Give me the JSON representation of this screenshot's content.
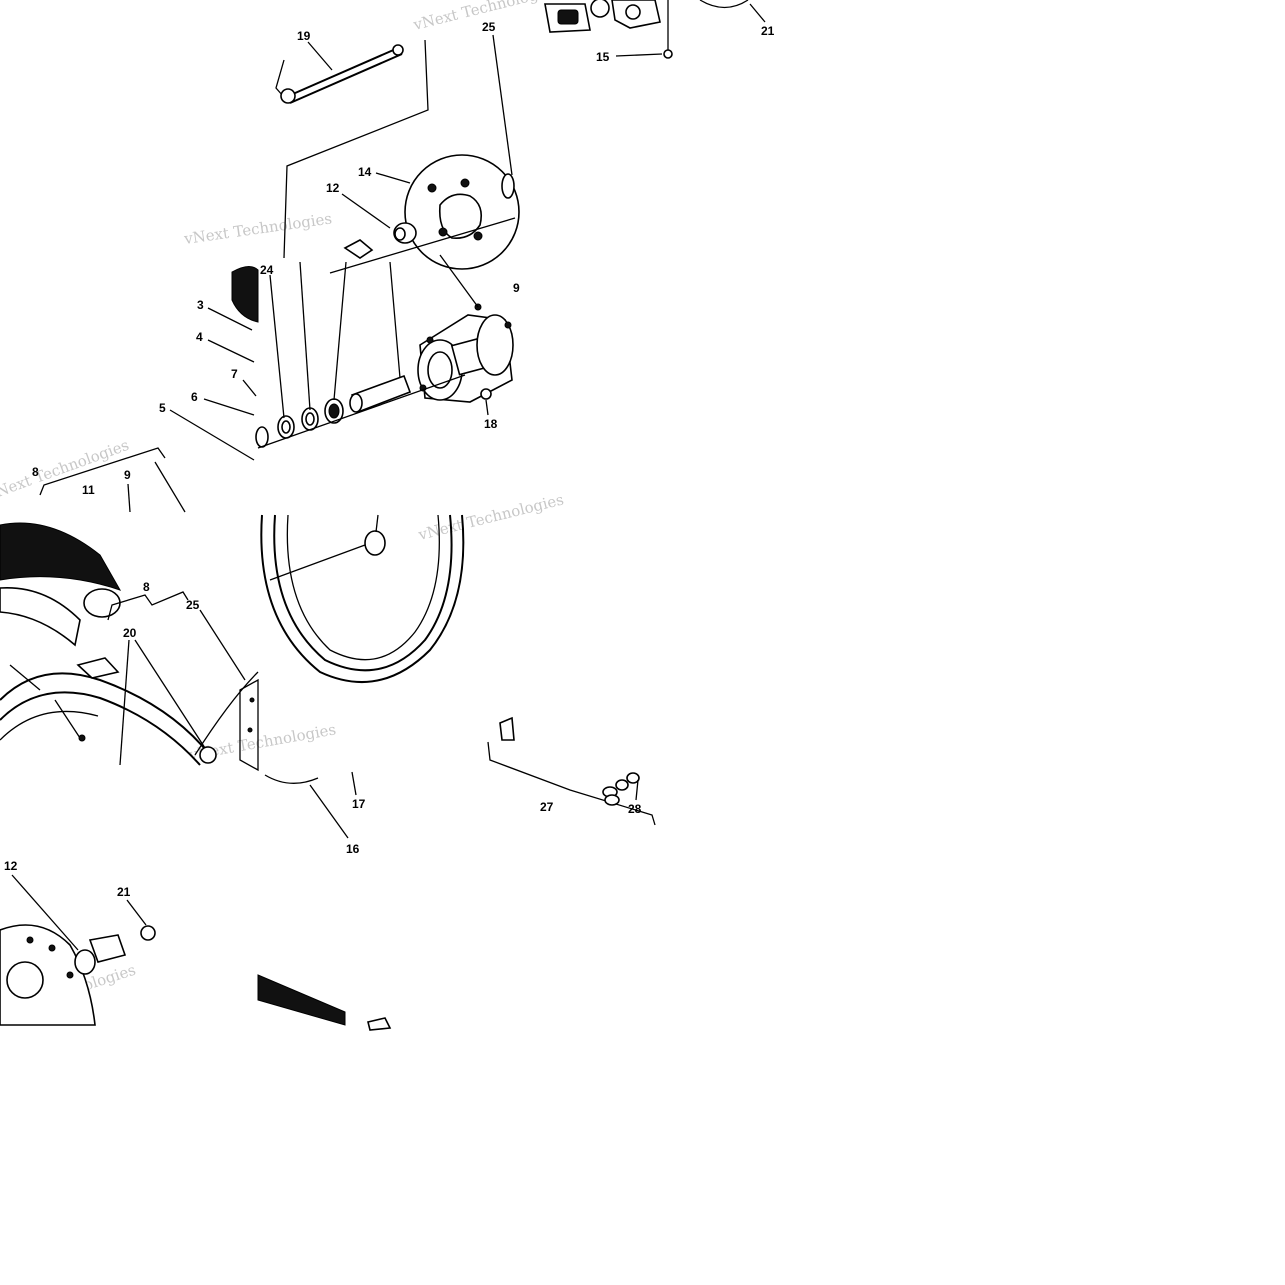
{
  "diagram": {
    "watermark_text": "vNext Technologies",
    "callouts": {
      "c19": "19",
      "c25a": "25",
      "c15a": "15",
      "c21a": "21",
      "c14": "14",
      "c12a": "12",
      "c24": "24",
      "c9a": "9",
      "c3": "3",
      "c4": "4",
      "c7": "7",
      "c6": "6",
      "c5": "5",
      "c18": "18",
      "c8a": "8",
      "c11": "11",
      "c9b": "9",
      "c8b": "8",
      "c25b": "25",
      "c20": "20",
      "c17": "17",
      "c16": "16",
      "c27": "27",
      "c28": "28",
      "c12b": "12",
      "c21b": "21"
    }
  }
}
